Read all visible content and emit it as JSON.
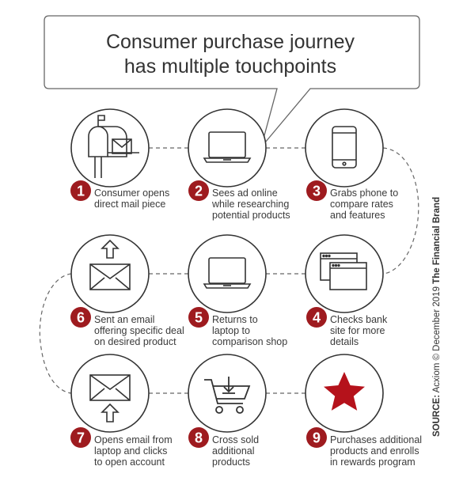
{
  "title": "Consumer purchase journey\nhas multiple touchpoints",
  "colors": {
    "accent": "#9e1b1f",
    "line": "#555555",
    "text": "#3a3a3a"
  },
  "steps": [
    {
      "number": "1",
      "icon": "mailbox-icon",
      "caption": "Consumer opens\ndirect mail piece"
    },
    {
      "number": "2",
      "icon": "laptop-icon",
      "caption": "Sees ad online\nwhile researching\npotential products"
    },
    {
      "number": "3",
      "icon": "phone-icon",
      "caption": "Grabs phone to\ncompare rates\nand features"
    },
    {
      "number": "4",
      "icon": "browser-windows-icon",
      "caption": "Checks bank\nsite for more\ndetails"
    },
    {
      "number": "5",
      "icon": "laptop-icon",
      "caption": "Returns to\nlaptop to\ncomparison shop"
    },
    {
      "number": "6",
      "icon": "email-sent-icon",
      "caption": "Sent an email\noffering specific deal\non desired product"
    },
    {
      "number": "7",
      "icon": "email-open-icon",
      "caption": "Opens email from\nlaptop and clicks\nto open account"
    },
    {
      "number": "8",
      "icon": "shopping-cart-icon",
      "caption": "Cross sold\nadditional\nproducts"
    },
    {
      "number": "9",
      "icon": "star-icon",
      "caption": "Purchases additional\nproducts and enrolls\nin rewards program"
    }
  ],
  "source": {
    "label": "SOURCE:",
    "text": "Acxiom © December 2019",
    "brand": "The Financial Brand"
  }
}
